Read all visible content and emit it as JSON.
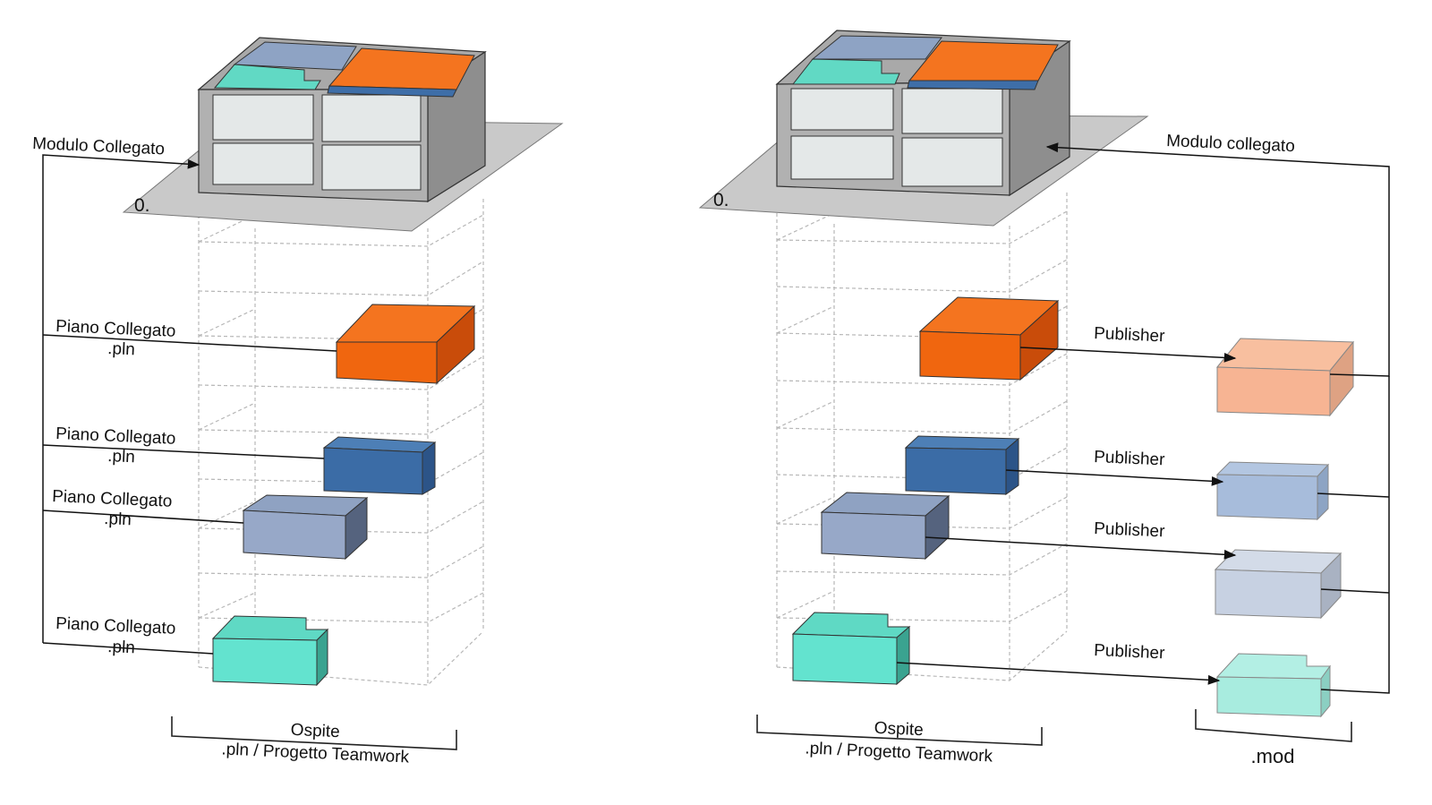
{
  "colors": {
    "orange": "#f4741f",
    "dark_blue": "#3f6fa6",
    "gray_blue": "#8da0c0",
    "teal": "#5fe0cc",
    "orange_mod": "#f7b493",
    "dark_blue_mod": "#a7bcdb",
    "gray_blue_mod": "#c7d1e2",
    "teal_mod": "#a8ecdf",
    "slab": "#c9c9c9",
    "wall": "#9a9a9a",
    "window": "#e4e8e8"
  },
  "left_panel": {
    "module_label": "Modulo Collegato",
    "floor_label": "0.",
    "links": [
      {
        "line1": "Piano Collegato",
        "line2": ".pln",
        "color": "orange"
      },
      {
        "line1": "Piano Collegato",
        "line2": ".pln",
        "color": "dark_blue"
      },
      {
        "line1": "Piano Collegato",
        "line2": ".pln",
        "color": "gray_blue"
      },
      {
        "line1": "Piano Collegato",
        "line2": ".pln",
        "color": "teal"
      }
    ],
    "caption_line1": "Ospite",
    "caption_line2": ".pln / Progetto Teamwork"
  },
  "right_panel": {
    "module_label": "Modulo collegato",
    "floor_label": "0.",
    "publisher_labels": [
      "Publisher",
      "Publisher",
      "Publisher",
      "Publisher"
    ],
    "host_caption_line1": "Ospite",
    "host_caption_line2": ".pln / Progetto Teamwork",
    "mod_caption": ".mod"
  }
}
